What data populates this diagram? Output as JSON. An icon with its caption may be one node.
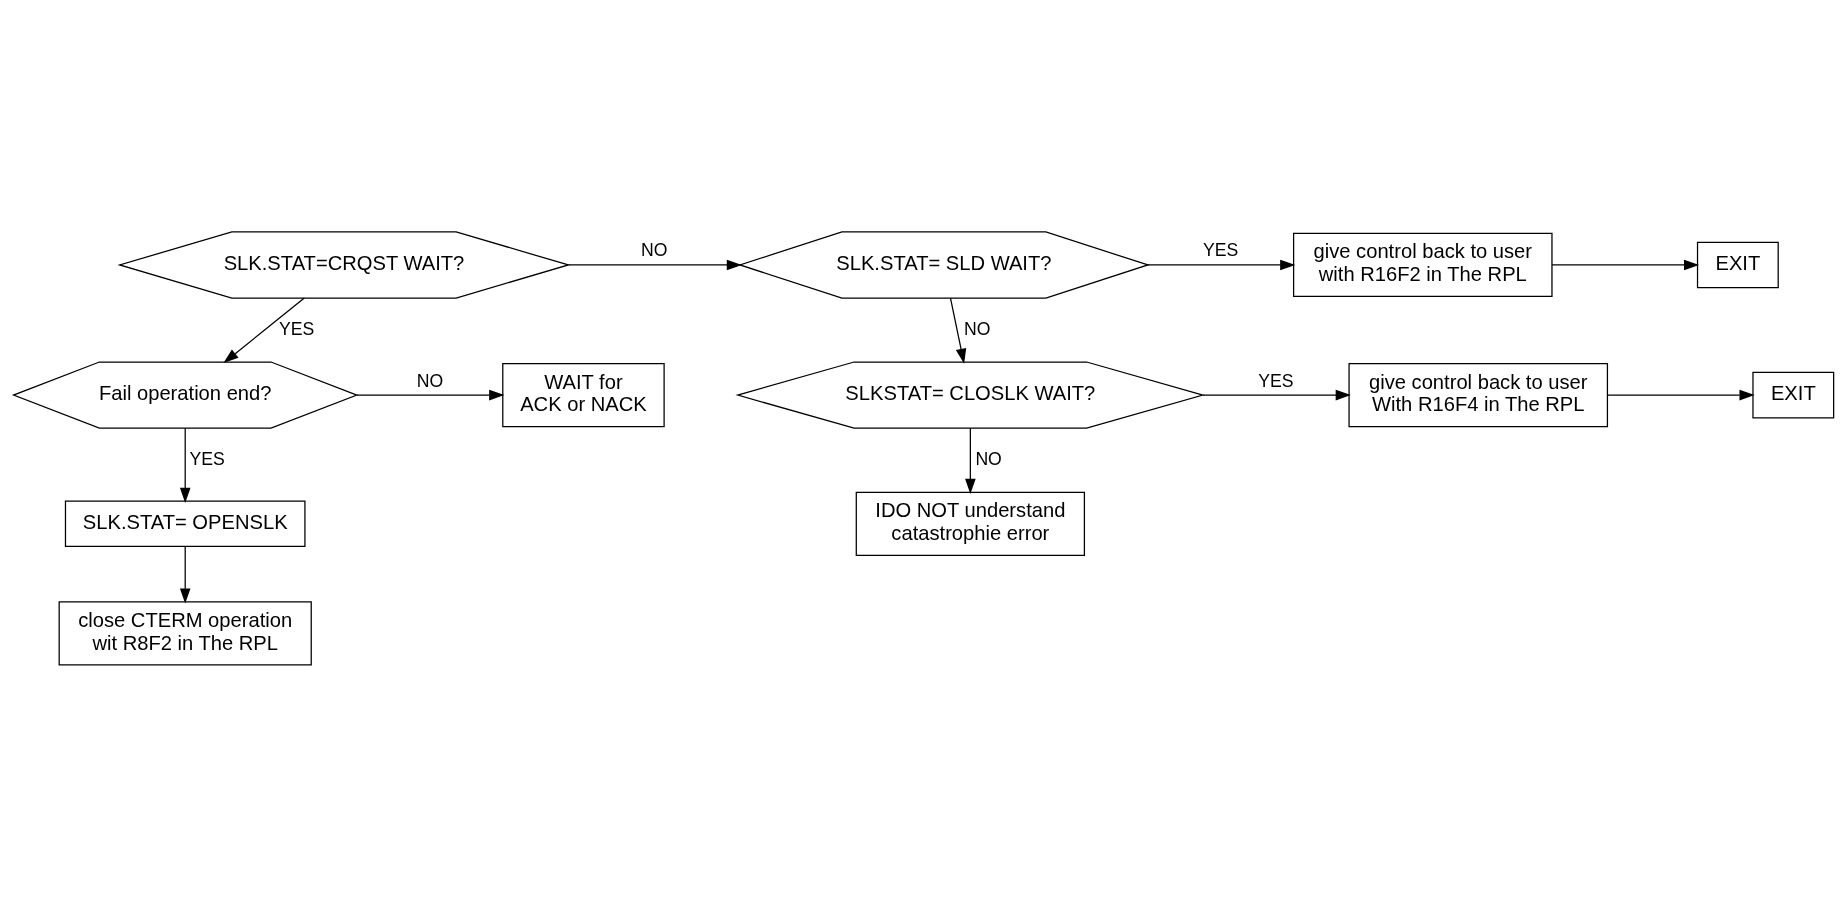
{
  "diagram": {
    "nodes": [
      {
        "text": [
          "SLK.STAT=CRQST WAIT?"
        ]
      },
      {
        "text": [
          "SLK.STAT= SLD WAIT?"
        ]
      },
      {
        "text": [
          "give control back to user with R16F2 in The RPL"
        ]
      },
      {
        "text": [
          "EXIT"
        ]
      },
      {
        "text": [
          "SLKSTAT= CLOSLK WAIT?"
        ]
      },
      {
        "text": [
          "give control back to user With R16F4 in The RPL"
        ]
      },
      {
        "text": [
          "EXIT"
        ]
      },
      {
        "text": [
          "IDO NOT understand catastrophie error"
        ]
      },
      {
        "text": [
          "Fail operation end?"
        ]
      },
      {
        "text": [
          "WAIT for ACK or NACK"
        ]
      },
      {
        "text": [
          "SLK.STAT= OPENSLK"
        ]
      },
      {
        "text": [
          "close CTERM operation wit R8F2 in The RPL"
        ]
      }
    ],
    "edges": [
      {
        "from": 0,
        "to": 1,
        "arrow": "to",
        "label": "NO"
      },
      {
        "from": 1,
        "to": 2,
        "arrow": "to",
        "label": "YES"
      },
      {
        "from": 2,
        "to": 3,
        "arrow": "to"
      },
      {
        "from": 1,
        "to": 4,
        "arrow": "to",
        "label": "NO"
      },
      {
        "from": 4,
        "to": 5,
        "arrow": "to",
        "label": "YES"
      },
      {
        "from": 5,
        "to": 6,
        "arrow": "to"
      },
      {
        "from": 4,
        "to": 7,
        "arrow": "to",
        "label": "NO"
      },
      {
        "from": 0,
        "to": 8,
        "arrow": "to",
        "label": "YES"
      },
      {
        "from": 8,
        "to": 9,
        "arrow": "to",
        "label": "NO"
      },
      {
        "from": 8,
        "to": 10,
        "arrow": "to",
        "label": "YES"
      },
      {
        "from": 10,
        "to": 11,
        "arrow": "to"
      }
    ]
  }
}
